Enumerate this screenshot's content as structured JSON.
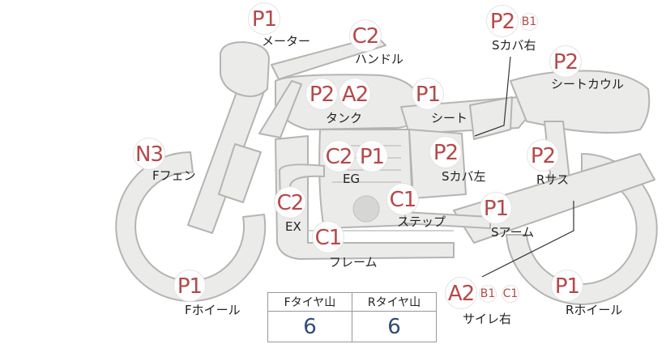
{
  "colors": {
    "bike_fill": "#ebebea",
    "bike_stroke": "#b4b4b2",
    "grade_text": "#b64848",
    "value_text": "#2d4a7a"
  },
  "parts": {
    "meter": {
      "label": "メーター",
      "grades": [
        "P1"
      ]
    },
    "handle": {
      "label": "ハンドル",
      "grades": [
        "C2"
      ]
    },
    "side_cover_r": {
      "label": "Sカバ右",
      "grades": [
        "P2",
        "B1"
      ]
    },
    "seat_cowl": {
      "label": "シートカウル",
      "grades": [
        "P2"
      ]
    },
    "tank": {
      "label": "タンク",
      "grades": [
        "P2",
        "A2"
      ]
    },
    "seat": {
      "label": "シート",
      "grades": [
        "P1"
      ]
    },
    "f_fender": {
      "label": "Fフェン",
      "grades": [
        "N3"
      ]
    },
    "engine": {
      "label": "EG",
      "grades": [
        "C2",
        "P1"
      ]
    },
    "side_cover_l": {
      "label": "Sカバ左",
      "grades": [
        "P2"
      ]
    },
    "r_sus": {
      "label": "Rサス",
      "grades": [
        "P2"
      ]
    },
    "exhaust": {
      "label": "EX",
      "grades": [
        "C2"
      ]
    },
    "step": {
      "label": "ステップ",
      "grades": [
        "C1"
      ]
    },
    "swingarm": {
      "label": "Sアーム",
      "grades": [
        "P1"
      ]
    },
    "frame": {
      "label": "フレーム",
      "grades": [
        "C1"
      ]
    },
    "f_wheel": {
      "label": "Fホイール",
      "grades": [
        "P1"
      ]
    },
    "muffler_r": {
      "label": "サイレ右",
      "grades": [
        "A2",
        "B1",
        "C1"
      ]
    },
    "r_wheel": {
      "label": "Rホイール",
      "grades": [
        "P1"
      ]
    }
  },
  "tire_table": {
    "front_header": "Fタイヤ山",
    "rear_header": "Rタイヤ山",
    "front_value": "6",
    "rear_value": "6"
  }
}
